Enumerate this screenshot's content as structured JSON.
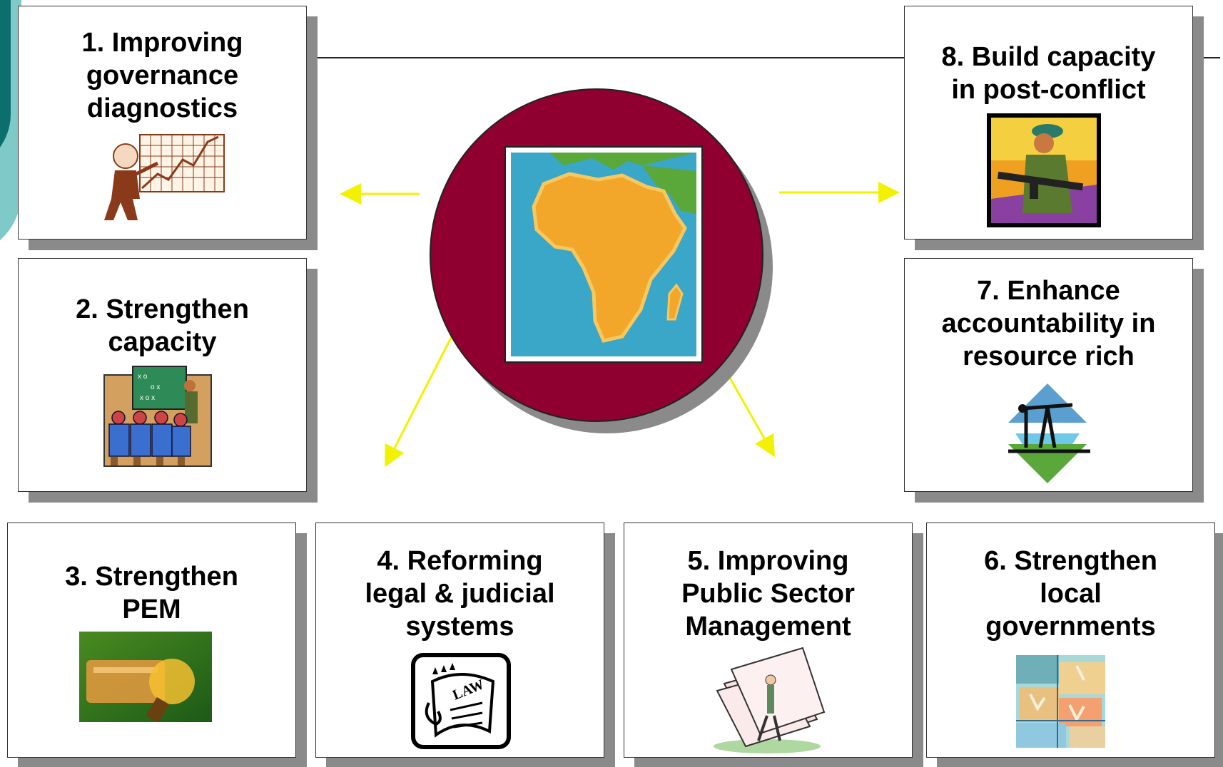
{
  "boxes": {
    "b1": {
      "title": "1. Improving\ngovernance\ndiagnostics",
      "icon": "chart-presenter-icon"
    },
    "b2": {
      "title": "2. Strengthen\ncapacity",
      "icon": "classroom-icon"
    },
    "b3": {
      "title": "3. Strengthen\nPEM",
      "icon": "money-magnifier-icon"
    },
    "b4": {
      "title": "4. Reforming\nlegal & judicial\nsystems",
      "icon": "law-scroll-icon"
    },
    "b5": {
      "title": "5. Improving\nPublic Sector\nManagement",
      "icon": "paper-stack-icon"
    },
    "b6": {
      "title": "6. Strengthen\nlocal\ngovernments",
      "icon": "city-collage-icon"
    },
    "b7": {
      "title": "7. Enhance\naccountability in\nresource rich",
      "icon": "oil-pump-icon"
    },
    "b8": {
      "title": "8. Build capacity\nin post-conflict",
      "icon": "soldier-icon"
    }
  },
  "hub": {
    "icon": "africa-map-icon"
  },
  "colors": {
    "hub": "#8f0030",
    "arrow": "#f2f200",
    "ocean": "#3aa6c8",
    "land": "#f2a62a",
    "green": "#5aa83a"
  }
}
